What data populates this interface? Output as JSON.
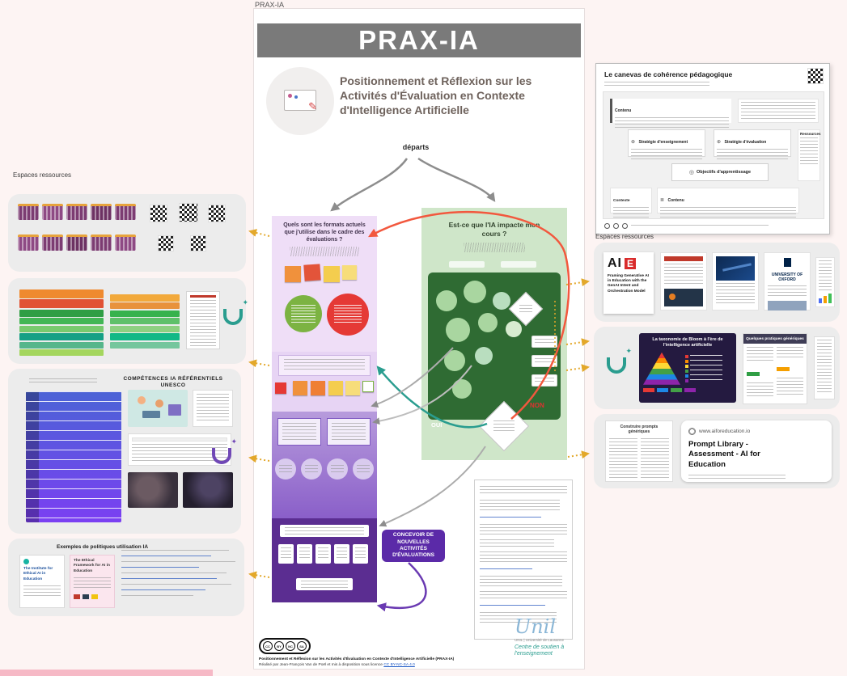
{
  "frame_label": "PRAX-IA",
  "center": {
    "banner": "PRAX-IA",
    "title": "Positionnement et Réflexion sur les Activités d'Évaluation en Contexte d'Intelligence Artificielle",
    "departs": "départs",
    "purple_question": "Quels sont les formats actuels que j'utilise dans le cadre des évaluations ?",
    "green_question": "Est-ce que l'IA impacte mon cours ?",
    "non_label": "NON",
    "oui_label": "OUI",
    "cta": "CONCEVOIR DE NOUVELLES ACTIVITÉS D'ÉVALUATIONS",
    "footer": {
      "cc_badges": [
        "CC",
        "BY",
        "NC",
        "SA"
      ],
      "line1": "Positionnement et Réflexion sur les Activités d'Évaluation en Contexte d'Intelligence Artificielle (PRAX-IA)",
      "line2": "Réalisé par Jean-François Van de Poël et mis à disposition sous licence",
      "license_link": "CC BY-NC-SA 4.0",
      "unil_script": "Unil",
      "unil_line": "UNIL | Université de Lausanne",
      "unil_center": "Centre de soutien à l'enseignement"
    }
  },
  "left": {
    "resources_label": "Espaces ressources",
    "competences_title": "COMPÉTENCES IA RÉFÉRENTIELS UNESCO",
    "policies_title": "Exemples de politiques utilisation IA",
    "ethical_institute": "The Institute for Ethical AI in Education",
    "ethical_framework": "The Ethical Framework for AI in Education"
  },
  "right": {
    "canvas_title": "Le canevas de cohérence pédagogique",
    "canvas": {
      "contenu_top": "Contenu",
      "strategie_enseignement": "Stratégie d'enseignement",
      "strategie_evaluation": "Stratégie d'évaluation",
      "objectifs": "Objectifs d'apprentissage",
      "ressources": "Ressources",
      "contexte": "Contexte",
      "contenu_bottom": "Contenu"
    },
    "resources_label": "Espaces ressources",
    "aie": "AI",
    "aie_e": "E",
    "framing_title": "Framing Generative AI in Education with the GenAI Intent and Orchestration Model",
    "oxford": "UNIVERSITY OF OXFORD",
    "bloom_title": "La taxonomie de Bloom à l'ère de l'intelligence artificielle",
    "pratiques_title": "Quelques pratiques génériques",
    "prompts_doc_title": "Construire prompts génériques",
    "prompt_site": "www.aiforeducation.io",
    "prompt_card_title": "Prompt Library - Assessment - AI for Education"
  },
  "colors": {
    "accent_purple": "#5b2aa8",
    "accent_green_dark": "#2f6b33",
    "accent_red": "#f2583e",
    "accent_teal": "#2a9d8f",
    "accent_yellow": "#e3a82b"
  }
}
